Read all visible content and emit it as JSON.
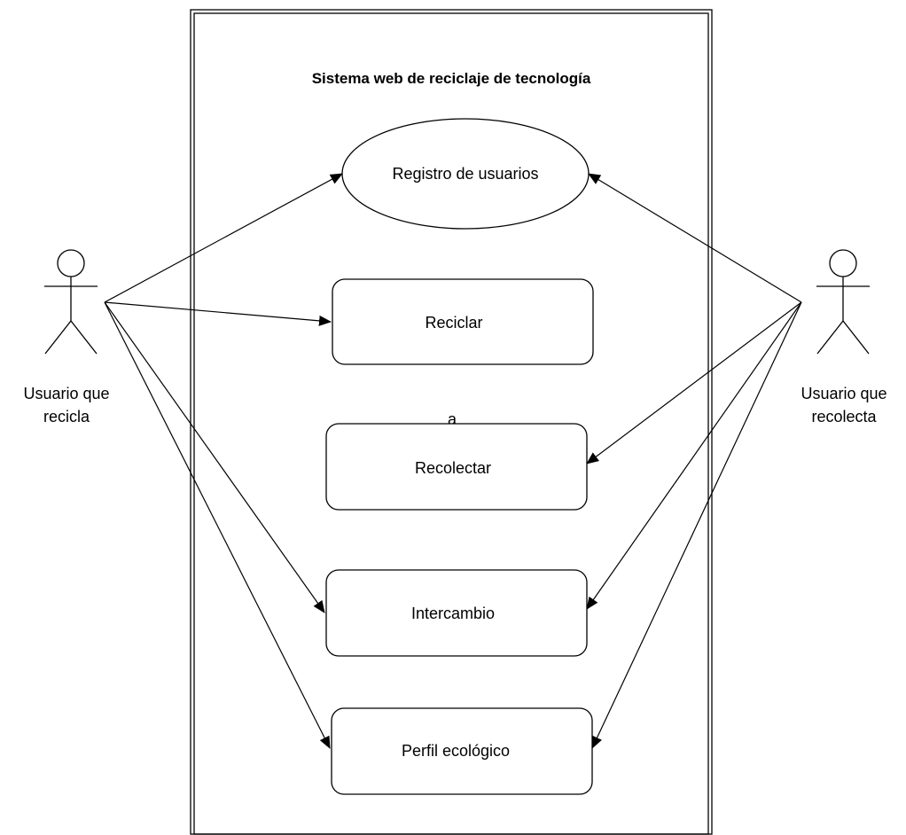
{
  "system": {
    "title": "Sistema web de reciclaje de tecnología"
  },
  "actors": {
    "left": {
      "label_line1": "Usuario que",
      "label_line2": "recicla"
    },
    "right": {
      "label_line1": "Usuario que",
      "label_line2": "recolecta"
    }
  },
  "use_cases": {
    "registro": "Registro de usuarios",
    "reciclar": "Reciclar",
    "recolectar": "Recolectar",
    "intercambio": "Intercambio",
    "perfil": "Perfil ecológico"
  },
  "stray_text": "a",
  "associations": [
    {
      "from": "Usuario que recicla",
      "to": "Registro de usuarios"
    },
    {
      "from": "Usuario que recicla",
      "to": "Reciclar"
    },
    {
      "from": "Usuario que recicla",
      "to": "Intercambio"
    },
    {
      "from": "Usuario que recicla",
      "to": "Perfil ecológico"
    },
    {
      "from": "Usuario que recolecta",
      "to": "Registro de usuarios"
    },
    {
      "from": "Usuario que recolecta",
      "to": "Recolectar"
    },
    {
      "from": "Usuario que recolecta",
      "to": "Intercambio"
    },
    {
      "from": "Usuario que recolecta",
      "to": "Perfil ecológico"
    }
  ]
}
